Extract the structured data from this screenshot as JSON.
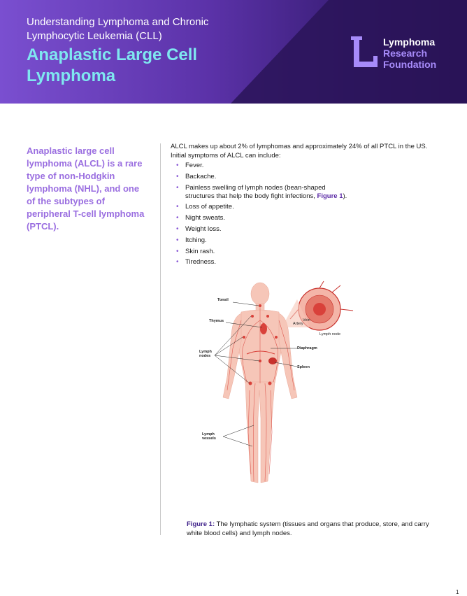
{
  "header": {
    "subtitle": "Understanding Lymphoma and Chronic Lymphocytic Leukemia (CLL)",
    "title": "Anaplastic Large Cell Lymphoma",
    "logo": {
      "line1": "Lymphoma",
      "line2": "Research",
      "line3": "Foundation",
      "mark": "L"
    }
  },
  "intro": "Anaplastic large cell lymphoma (ALCL) is a rare type of non-Hodgkin lymphoma (NHL), and one of the subtypes of peripheral T-cell lymphoma (PTCL).",
  "body_text": "ALCL makes up about 2% of lymphomas and approximately 24% of all PTCL in the US. Initial symptoms of ALCL can include:",
  "symptoms": [
    "Fever.",
    "Backache.",
    "Painless swelling of lymph nodes (bean-shaped structures that help the body fight infections, ",
    "Loss of appetite.",
    "Night sweats.",
    "Weight loss.",
    "Itching.",
    "Skin rash.",
    "Tiredness."
  ],
  "symptom_figure_ref": "Figure 1",
  "symptom_suffix": ").",
  "figure_labels": {
    "tonsil": "Tonsil",
    "thymus": "Thymus",
    "lymph_nodes_1": "Lymph",
    "lymph_nodes_2": "nodes",
    "diaphragm": "Diaphragm",
    "spleen": "Spleen",
    "lymph_vessels_1": "Lymph",
    "lymph_vessels_2": "vessels",
    "artery": "Artery",
    "vein": "Vein",
    "lymph_node": "Lymph node"
  },
  "caption": {
    "label": "Figure 1:",
    "text": " The lymphatic system (tissues and organs that produce, store, and carry white blood cells) and lymph nodes."
  },
  "page_number": "1",
  "colors": {
    "accent_purple": "#9a6ee0",
    "title_cyan": "#7fe7f0",
    "header_dark": "#24104f",
    "body_skin": "#f6c6b8",
    "lymph_red": "#d9413a"
  }
}
